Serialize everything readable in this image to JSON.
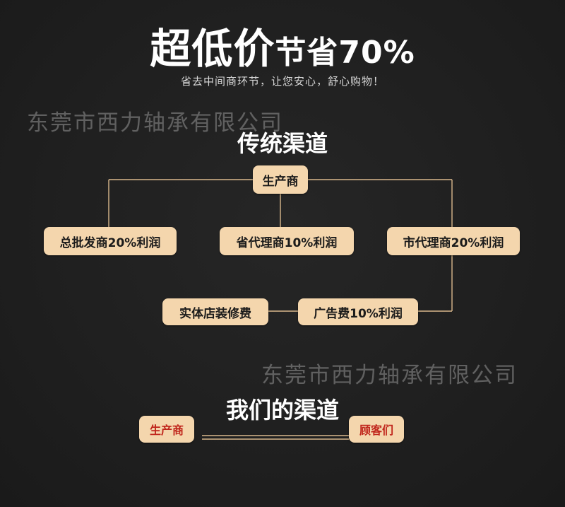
{
  "header": {
    "headline_big": "超低价",
    "headline_small": "节省70%",
    "tagline": "省去中间商环节，让您安心，舒心购物！"
  },
  "watermark": {
    "text": "东莞市西力轴承有限公司"
  },
  "traditional": {
    "title": "传统渠道",
    "producer": "生产商",
    "wholesale": "总批发商20%利润",
    "provincial_agent": "省代理商10%利润",
    "city_agent": "市代理商20%利润",
    "advertising": "广告费10%利润",
    "store_decoration": "实体店装修费"
  },
  "ours": {
    "title": "我们的渠道",
    "producer": "生产商",
    "customers": "顾客们"
  },
  "colors": {
    "background": "#1e1e1e",
    "box_fill": "#f4d6ad",
    "connector": "#d9b88c",
    "accent_red": "#c0261c"
  }
}
